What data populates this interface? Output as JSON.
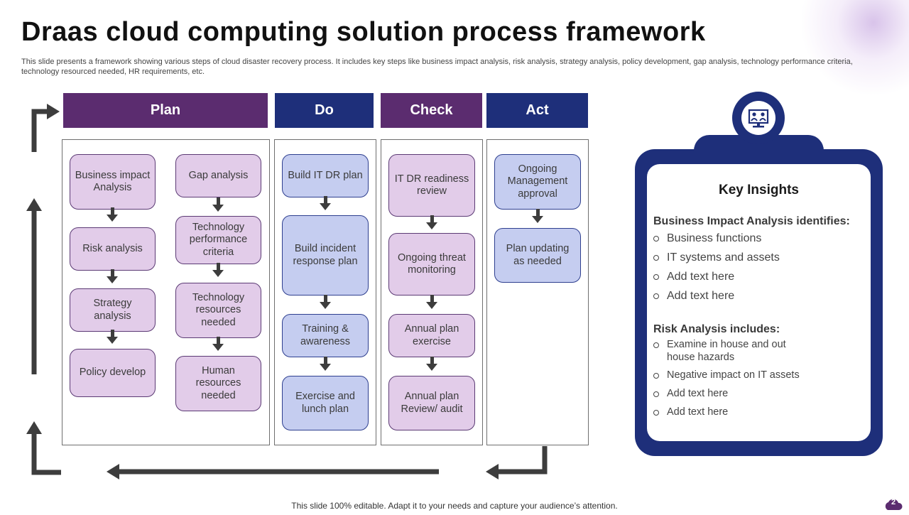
{
  "title": "Draas cloud computing solution process framework",
  "subtitle": "This slide presents a framework showing various steps of cloud disaster recovery process. It includes key steps like business impact analysis, risk analysis, strategy analysis, policy development, gap analysis, technology performance criteria, technology resourced needed, HR requirements, etc.",
  "colors": {
    "purple_header": "#5b2c6f",
    "blue_header": "#1e2f7a",
    "purple_box": "#e2cce9",
    "blue_box": "#c5cdf0",
    "arrow": "#3d3d3d"
  },
  "phases": [
    {
      "label": "Plan",
      "color": "purple",
      "steps_left": [
        "Business impact Analysis",
        "Risk analysis",
        "Strategy analysis",
        "Policy develop"
      ],
      "steps_right": [
        "Gap analysis",
        "Technology performance criteria",
        "Technology resources needed",
        "Human resources needed"
      ]
    },
    {
      "label": "Do",
      "color": "blue",
      "steps": [
        "Build IT DR plan",
        "Build incident response plan",
        "Training & awareness",
        "Exercise and lunch plan"
      ]
    },
    {
      "label": "Check",
      "color": "purple",
      "steps": [
        "IT DR readiness review",
        "Ongoing threat monitoring",
        "Annual plan exercise",
        "Annual plan Review/ audit"
      ]
    },
    {
      "label": "Act",
      "color": "blue",
      "steps": [
        "Ongoing Management approval",
        "Plan updating as needed"
      ]
    }
  ],
  "insights": {
    "icon": "presentation-board-icon",
    "title": "Key Insights",
    "section1": {
      "heading": "Business Impact Analysis identifies:",
      "items": [
        "Business functions",
        "IT systems and assets",
        "Add text here",
        "Add text here"
      ]
    },
    "section2": {
      "heading": "Risk Analysis includes:",
      "items": [
        "Examine in house and out house hazards",
        "Negative impact on IT assets",
        "Add text here",
        "Add text here"
      ]
    }
  },
  "footer": "This slide 100% editable. Adapt it to your needs and capture your audience’s attention.",
  "page_number": "2"
}
